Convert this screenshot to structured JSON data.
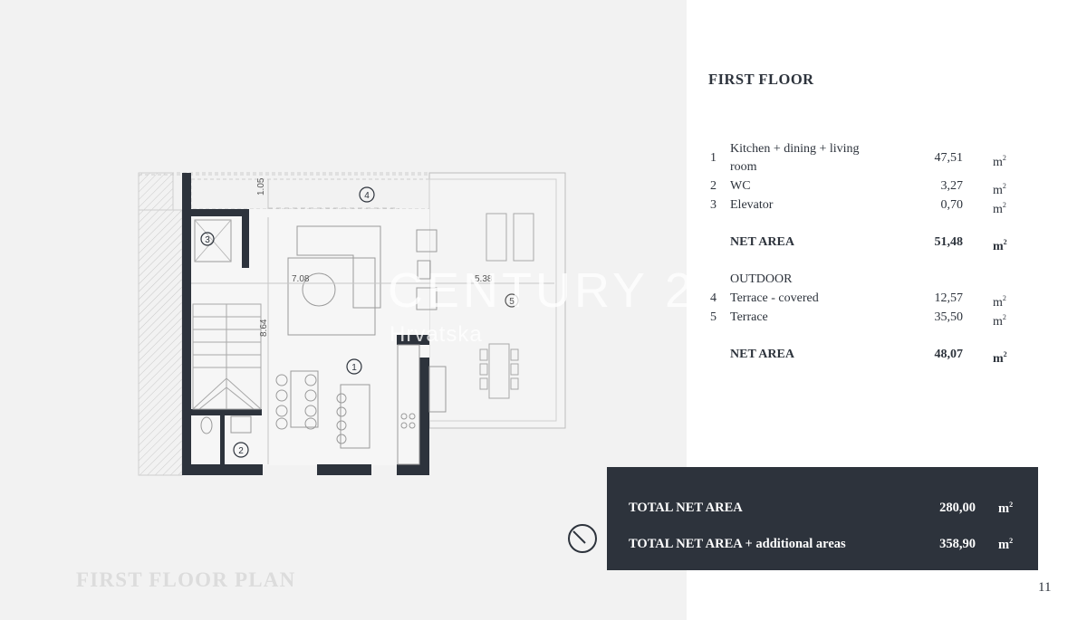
{
  "plan": {
    "title": "FIRST FLOOR PLAN",
    "dimensions": [
      "1.05",
      "7.08",
      "5.38",
      "8.64"
    ],
    "markers": [
      "1",
      "2",
      "3",
      "4",
      "5"
    ],
    "watermark": {
      "brand": "CENTURY 21",
      "region": "Hrvatska"
    }
  },
  "section": {
    "title": "FIRST FLOOR",
    "indoor": [
      {
        "num": "1",
        "name": "Kitchen + dining + living room",
        "value": "47,51",
        "unit": "m"
      },
      {
        "num": "2",
        "name": "WC",
        "value": "3,27",
        "unit": "m"
      },
      {
        "num": "3",
        "name": "Elevator",
        "value": "0,70",
        "unit": "m"
      }
    ],
    "indoor_net": {
      "label": "NET AREA",
      "value": "51,48",
      "unit": "m"
    },
    "outdoor_heading": "OUTDOOR",
    "outdoor": [
      {
        "num": "4",
        "name": "Terrace - covered",
        "value": "12,57",
        "unit": "m"
      },
      {
        "num": "5",
        "name": "Terrace",
        "value": "35,50",
        "unit": "m"
      }
    ],
    "outdoor_net": {
      "label": "NET AREA",
      "value": "48,07",
      "unit": "m"
    },
    "unit_exponent": "2"
  },
  "totals": {
    "total_label": "TOTAL NET AREA",
    "total_value": "280,00",
    "total_plus_label": "TOTAL NET AREA + additional areas",
    "total_plus_value": "358,90",
    "unit": "m",
    "unit_exponent": "2"
  },
  "page_number": "11"
}
